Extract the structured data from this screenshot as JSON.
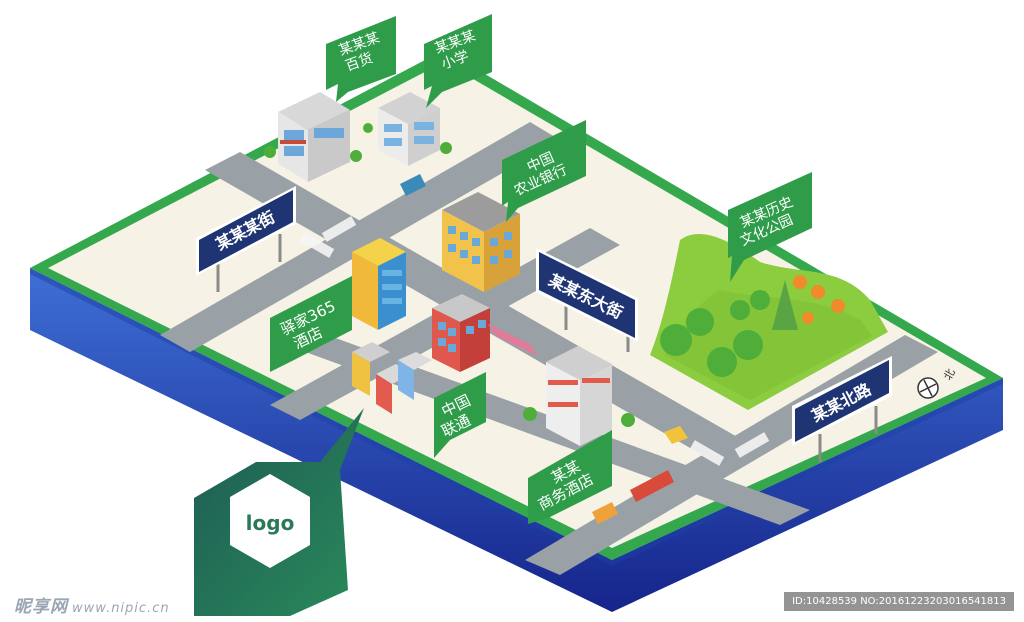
{
  "colors": {
    "rim": "#35a84d",
    "base_top": "#3e6fd6",
    "base_bottom": "#15248a",
    "ground": "#f6f3e6",
    "road": "#9aa1a6",
    "road_edge": "#7f868b",
    "crossing": "#f5f5f5",
    "park": "#8ccc3f",
    "park_dark": "#6bb02c",
    "label_green": "#2f9c4a",
    "sign_blue": "#1f3573",
    "logo_dark": "#1d5a55"
  },
  "labels": [
    {
      "name": "label-department-store",
      "line1": "某某某",
      "line2": "百货"
    },
    {
      "name": "label-primary-school",
      "line1": "某某某",
      "line2": "小学"
    },
    {
      "name": "label-agri-bank",
      "line1": "中国",
      "line2": "农业银行"
    },
    {
      "name": "label-history-park",
      "line1": "某某历史",
      "line2": "文化公园"
    },
    {
      "name": "label-inn-365-hotel",
      "line1": "驿家365",
      "line2": "酒店"
    },
    {
      "name": "label-china-unicom",
      "line1": "中国",
      "line2": "联通"
    },
    {
      "name": "label-business-hotel",
      "line1": "某某",
      "line2": "商务酒店"
    }
  ],
  "signs": [
    {
      "name": "sign-street",
      "text": "某某某街"
    },
    {
      "name": "sign-east-avenue",
      "text": "某某东大街"
    },
    {
      "name": "sign-north-road",
      "text": "某某北路"
    }
  ],
  "compass": {
    "icon": "north-arrow-icon",
    "text": "北"
  },
  "logo": {
    "text": "logo"
  },
  "watermark": {
    "left_brand": "昵享网",
    "left_site": "www.nipic.cn",
    "right_id": "ID:10428539 NO:20161223203016541813"
  }
}
